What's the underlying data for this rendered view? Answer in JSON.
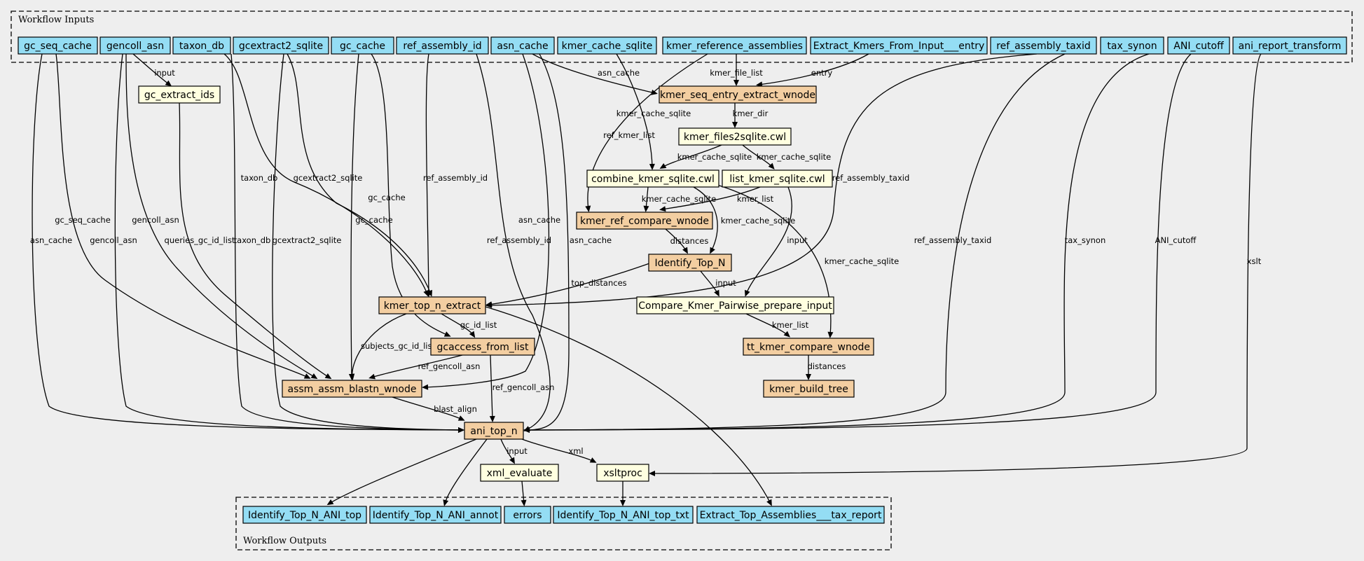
{
  "title": "",
  "clusters": {
    "inputs": "Workflow Inputs",
    "outputs": "Workflow Outputs"
  },
  "nodes": {
    "in_gc_seq_cache": "gc_seq_cache",
    "in_gencoll_asn": "gencoll_asn",
    "in_taxon_db": "taxon_db",
    "in_gcextract2_sqlite": "gcextract2_sqlite",
    "in_gc_cache": "gc_cache",
    "in_ref_assembly_id": "ref_assembly_id",
    "in_asn_cache": "asn_cache",
    "in_kmer_cache_sqlite": "kmer_cache_sqlite",
    "in_kmer_reference_assemblies": "kmer_reference_assemblies",
    "in_extract_kmers": "Extract_Kmers_From_Input___entry",
    "in_ref_assembly_taxid": "ref_assembly_taxid",
    "in_tax_synon": "tax_synon",
    "in_ani_cutoff": "ANI_cutoff",
    "in_ani_report_transform": "ani_report_transform",
    "gc_extract_ids": "gc_extract_ids",
    "kmer_seq_entry_extract_wnode": "kmer_seq_entry_extract_wnode",
    "kmer_files2sqlite": "kmer_files2sqlite.cwl",
    "combine_kmer_sqlite": "combine_kmer_sqlite.cwl",
    "list_kmer_sqlite": "list_kmer_sqlite.cwl",
    "kmer_ref_compare_wnode": "kmer_ref_compare_wnode",
    "identify_top_n": "Identify_Top_N",
    "kmer_top_n_extract": "kmer_top_n_extract",
    "compare_kmer_pairwise": "Compare_Kmer_Pairwise_prepare_input",
    "gcaccess_from_list": "gcaccess_from_list",
    "tt_kmer_compare_wnode": "tt_kmer_compare_wnode",
    "assm_assm_blastn_wnode": "assm_assm_blastn_wnode",
    "kmer_build_tree": "kmer_build_tree",
    "ani_top_n": "ani_top_n",
    "xml_evaluate": "xml_evaluate",
    "xsltproc": "xsltproc",
    "out_top_ani_top": "Identify_Top_N_ANI_top",
    "out_top_ani_annot": "Identify_Top_N_ANI_annot",
    "out_errors": "errors",
    "out_top_ani_top_txt": "Identify_Top_N_ANI_top_txt",
    "out_tax_report": "Extract_Top_Assemblies___tax_report"
  },
  "edge_labels": {
    "input": "input",
    "asn_cache": "asn_cache",
    "kmer_file_list": "kmer_file_list",
    "entry": "entry",
    "kmer_cache_sqlite": "kmer_cache_sqlite",
    "kmer_dir": "kmer_dir",
    "ref_kmer_list": "ref_kmer_list",
    "taxon_db": "taxon_db",
    "gcextract2_sqlite": "gcextract2_sqlite",
    "gc_cache": "gc_cache",
    "ref_assembly_id": "ref_assembly_id",
    "ref_assembly_taxid": "ref_assembly_taxid",
    "kmer_list": "kmer_list",
    "gc_seq_cache": "gc_seq_cache",
    "gencoll_asn": "gencoll_asn",
    "queries_gc_id_list": "queries_gc_id_list",
    "tax_synon": "tax_synon",
    "ANI_cutoff": "ANI_cutoff",
    "xslt": "xslt",
    "distances": "distances",
    "top_distances": "top_distances",
    "gc_id_list": "gc_id_list",
    "subjects_gc_id_list": "subjects_gc_id_list",
    "ref_gencoll_asn": "ref_gencoll_asn",
    "blast_align": "blast_align",
    "xml": "xml"
  }
}
